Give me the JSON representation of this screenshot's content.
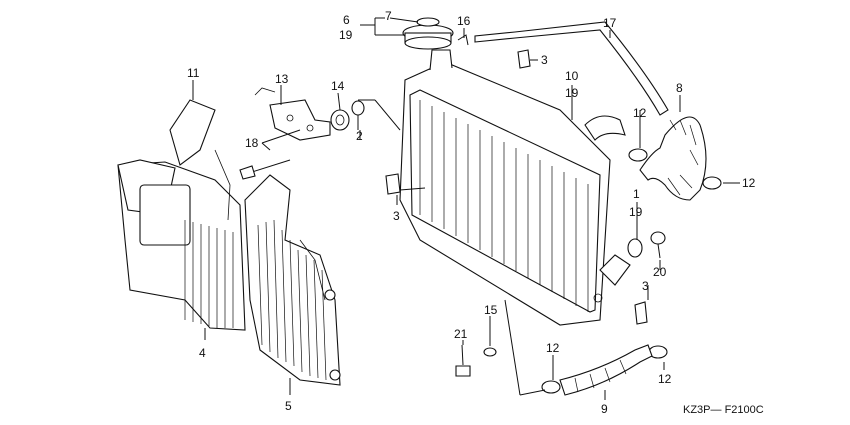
{
  "diagram": {
    "code": "KZ3P— F2100C",
    "callouts": {
      "c1": "1",
      "c2": "2",
      "c3a": "3",
      "c3b": "3",
      "c3c": "3",
      "c4": "4",
      "c5": "5",
      "c6": "6",
      "c7": "7",
      "c8": "8",
      "c9": "9",
      "c10": "10",
      "c11": "11",
      "c12a": "12",
      "c12b": "12",
      "c12c": "12",
      "c12d": "12",
      "c13": "13",
      "c14": "14",
      "c15": "15",
      "c16": "16",
      "c17": "17",
      "c18": "18",
      "c19a": "19",
      "c19b": "19",
      "c19c": "19",
      "c20": "20",
      "c21": "21"
    }
  }
}
